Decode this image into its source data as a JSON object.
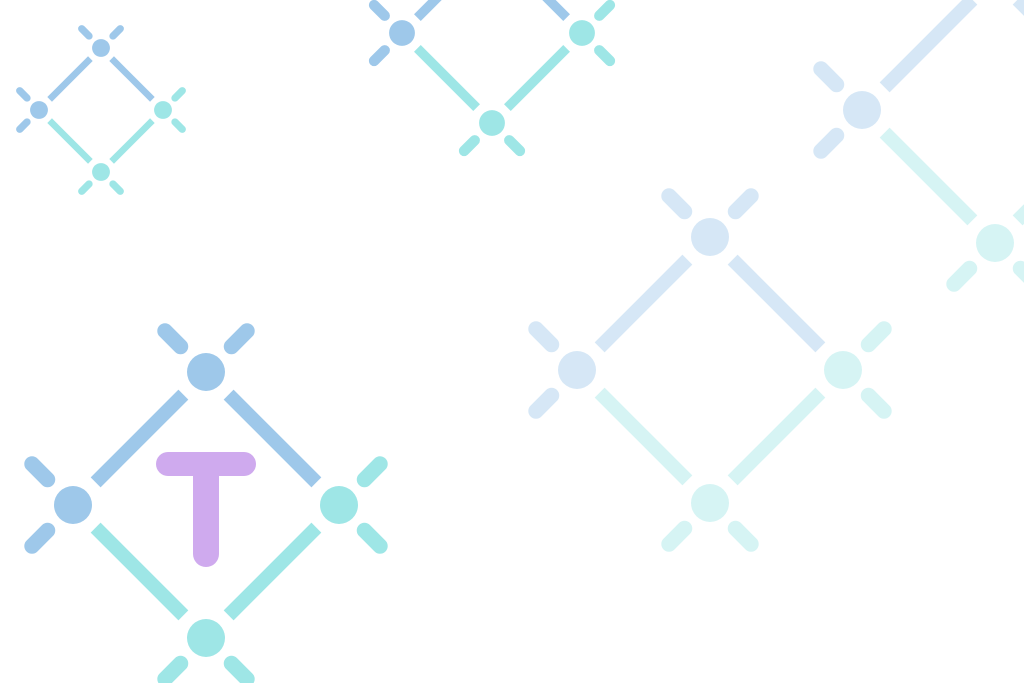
{
  "colors": {
    "background": "#ffffff",
    "blue": "#9ec8ea",
    "cyan": "#9ee6e6",
    "purple": "#cfaaee"
  },
  "logo": {
    "icon": "diamond-nodes-logo",
    "letter": "T"
  },
  "motifs": [
    {
      "name": "diamond-motif-small-top-left",
      "opacity": 1
    },
    {
      "name": "diamond-motif-top-center",
      "opacity": 1
    },
    {
      "name": "diamond-motif-faded-top-right",
      "opacity": 0.42
    },
    {
      "name": "diamond-motif-faded-center",
      "opacity": 0.42
    },
    {
      "name": "diamond-motif-logo",
      "opacity": 1
    }
  ]
}
